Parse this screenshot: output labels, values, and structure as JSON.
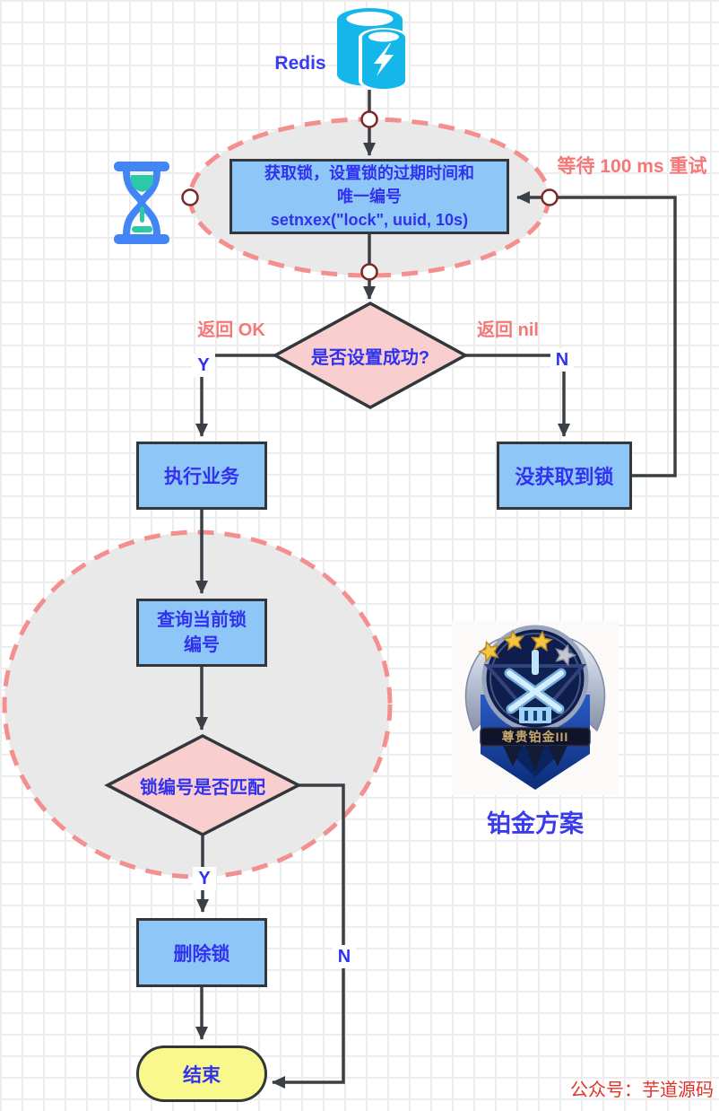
{
  "labels": {
    "redis": "Redis",
    "retry": "等待 100 ms 重试",
    "return_ok": "返回 OK",
    "return_nil": "返回 nil",
    "yes1": "Y",
    "no1": "N",
    "yes2": "Y",
    "no2": "N"
  },
  "nodes": {
    "acquire_lock": {
      "line1": "获取锁，设置锁的过期时间和",
      "line2": "唯一编号",
      "line3": "setnxex(\"lock\", uuid, 10s)"
    },
    "set_success": "是否设置成功?",
    "execute_business": "执行业务",
    "lock_not_acquired": "没获取到锁",
    "query_lock": {
      "line1": "查询当前锁",
      "line2": "编号"
    },
    "lock_match": "锁编号是否匹配",
    "delete_lock": "删除锁",
    "end": "结束"
  },
  "badge": {
    "rank_text": "尊贵铂金III",
    "caption": "铂金方案"
  },
  "watermark": "公众号：芋道源码",
  "colors": {
    "process_fill": "#8EC6F8",
    "decision_fill": "#F9CECE",
    "terminal_fill": "#F8F88C",
    "group_fill": "#E9E9E9",
    "group_border": "#F48F8F",
    "node_text_blue": "#3232EE",
    "annotation_red": "#F57878",
    "connector_dark": "#3A4045",
    "port_ring": "#7E2626",
    "redis_cyan": "#15B7EB",
    "hourglass_blue": "#4286F5",
    "hourglass_sand": "#2BC9A7",
    "watermark_red": "#E0342B",
    "badge_gold_star": "#F4C63E",
    "badge_silver": "#A8B2C6"
  }
}
